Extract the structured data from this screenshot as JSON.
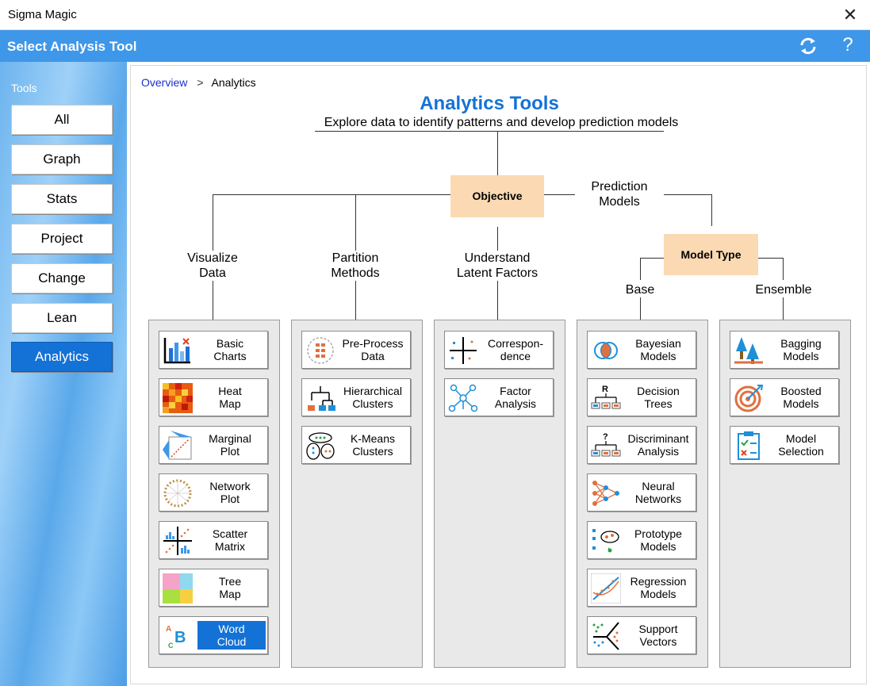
{
  "window": {
    "title": "Sigma Magic",
    "header_title": "Select Analysis Tool"
  },
  "sidebar": {
    "label": "Tools",
    "items": [
      {
        "label": "All"
      },
      {
        "label": "Graph"
      },
      {
        "label": "Stats"
      },
      {
        "label": "Project"
      },
      {
        "label": "Change"
      },
      {
        "label": "Lean"
      },
      {
        "label": "Analytics"
      }
    ],
    "active": "Analytics"
  },
  "breadcrumb": {
    "root": "Overview",
    "separator": ">",
    "current": "Analytics"
  },
  "page": {
    "title": "Analytics Tools",
    "subtitle": "Explore data to identify patterns and develop prediction models"
  },
  "diagram": {
    "objective": "Objective",
    "prediction": "Prediction\nModels",
    "model_type": "Model Type",
    "visualize": "Visualize\nData",
    "partition": "Partition\nMethods",
    "latent": "Understand\nLatent Factors",
    "base": "Base",
    "ensemble": "Ensemble"
  },
  "tiles": {
    "visualize": [
      {
        "label": "Basic\nCharts",
        "icon": "basic-charts-icon"
      },
      {
        "label": "Heat\nMap",
        "icon": "heat-map-icon"
      },
      {
        "label": "Marginal\nPlot",
        "icon": "marginal-plot-icon"
      },
      {
        "label": "Network\nPlot",
        "icon": "network-plot-icon"
      },
      {
        "label": "Scatter\nMatrix",
        "icon": "scatter-matrix-icon"
      },
      {
        "label": "Tree\nMap",
        "icon": "tree-map-icon"
      },
      {
        "label": "Word\nCloud",
        "icon": "word-cloud-icon"
      }
    ],
    "partition": [
      {
        "label": "Pre-Process\nData",
        "icon": "pre-process-icon"
      },
      {
        "label": "Hierarchical\nClusters",
        "icon": "hierarchical-clusters-icon"
      },
      {
        "label": "K-Means\nClusters",
        "icon": "kmeans-clusters-icon"
      }
    ],
    "latent": [
      {
        "label": "Correspon-\ndence",
        "icon": "correspondence-icon"
      },
      {
        "label": "Factor\nAnalysis",
        "icon": "factor-analysis-icon"
      }
    ],
    "base": [
      {
        "label": "Bayesian\nModels",
        "icon": "bayesian-icon"
      },
      {
        "label": "Decision\nTrees",
        "icon": "decision-trees-icon"
      },
      {
        "label": "Discriminant\nAnalysis",
        "icon": "discriminant-icon"
      },
      {
        "label": "Neural\nNetworks",
        "icon": "neural-networks-icon"
      },
      {
        "label": "Prototype\nModels",
        "icon": "prototype-icon"
      },
      {
        "label": "Regression\nModels",
        "icon": "regression-icon"
      },
      {
        "label": "Support\nVectors",
        "icon": "support-vectors-icon"
      }
    ],
    "ensemble": [
      {
        "label": "Bagging\nModels",
        "icon": "bagging-icon"
      },
      {
        "label": "Boosted\nModels",
        "icon": "boosted-icon"
      },
      {
        "label": "Model\nSelection",
        "icon": "model-selection-icon"
      }
    ]
  },
  "colors": {
    "header": "#3e97e8",
    "accent": "#1472d6",
    "node": "#fbd9b2",
    "panel": "#e9e9e9"
  }
}
